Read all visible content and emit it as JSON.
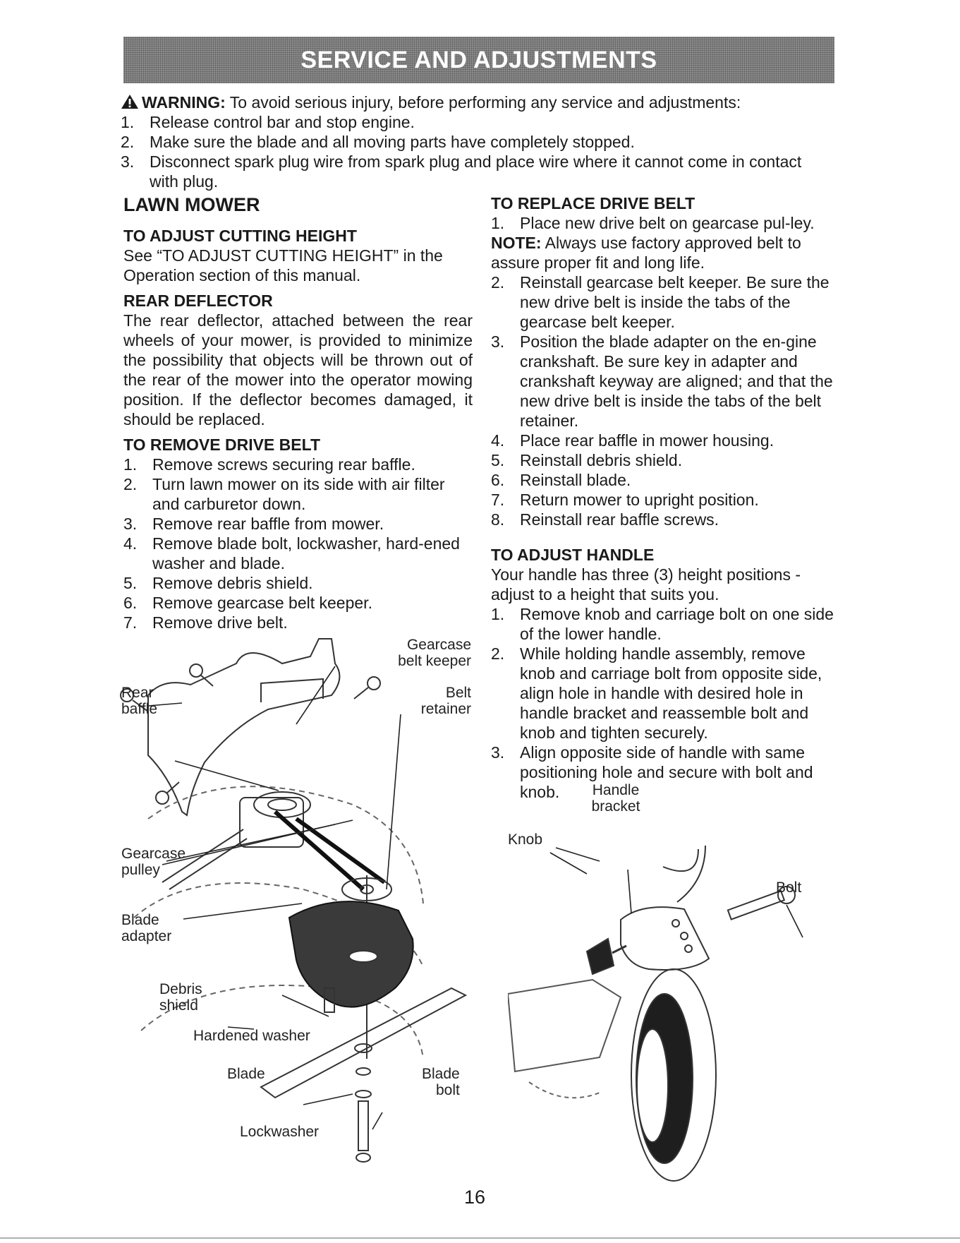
{
  "banner": {
    "title": "SERVICE AND ADJUSTMENTS"
  },
  "warning": {
    "label": "WARNING:",
    "text": " To avoid serious injury, before performing any service and adjustments:",
    "steps": [
      {
        "num": "1.",
        "text": "Release control bar and stop engine."
      },
      {
        "num": "2.",
        "text": "Make sure the blade and all moving parts have completely stopped."
      },
      {
        "num": "3.",
        "text": "Disconnect spark plug wire from spark plug and place wire where it cannot come in contact with plug."
      }
    ]
  },
  "left": {
    "title": "LAWN MOWER",
    "cutting": {
      "heading": "TO ADJUST CUTTING HEIGHT",
      "text": "See “TO ADJUST CUTTING HEIGHT” in the Operation section of this manual."
    },
    "deflector": {
      "heading": "REAR DEFLECTOR",
      "text": "The rear deflector, attached between the rear wheels of your mower, is provided to minimize the possibility that objects will be thrown out of the rear of the mower into the operator mowing position. If the deflector becomes damaged, it should be replaced."
    },
    "remove": {
      "heading": "TO REMOVE DRIVE BELT",
      "steps": [
        {
          "num": "1.",
          "text": "Remove screws securing rear baffle."
        },
        {
          "num": "2.",
          "text": "Turn lawn mower on its side with air filter and carburetor down."
        },
        {
          "num": "3.",
          "text": "Remove rear baffle from mower."
        },
        {
          "num": "4.",
          "text": "Remove blade bolt, lockwasher, hard-ened washer and blade."
        },
        {
          "num": "5.",
          "text": "Remove debris shield."
        },
        {
          "num": "6.",
          "text": "Remove gearcase belt keeper."
        },
        {
          "num": "7.",
          "text": "Remove drive belt."
        }
      ]
    }
  },
  "right": {
    "replace": {
      "heading": "TO REPLACE DRIVE BELT",
      "step1": {
        "num": "1.",
        "text": "Place new drive belt on gearcase pul-ley."
      },
      "note_label": "NOTE:",
      "note_text": " Always use factory approved belt to assure proper fit and long life.",
      "steps": [
        {
          "num": "2.",
          "text": "Reinstall gearcase belt keeper. Be sure the new drive belt is inside the tabs of the gearcase belt keeper."
        },
        {
          "num": "3.",
          "text": "Position the blade adapter on the en-gine crankshaft. Be sure key in adapter and crankshaft keyway are aligned; and that the new drive belt is inside the tabs of the belt retainer."
        },
        {
          "num": "4.",
          "text": "Place rear baffle in mower housing."
        },
        {
          "num": "5.",
          "text": "Reinstall debris shield."
        },
        {
          "num": "6.",
          "text": "Reinstall blade."
        },
        {
          "num": "7.",
          "text": "Return mower to upright position."
        },
        {
          "num": "8.",
          "text": "Reinstall rear baffle screws."
        }
      ]
    },
    "handle": {
      "heading": "TO ADJUST HANDLE",
      "intro": "Your handle has three (3) height positions - adjust to a height that suits you.",
      "steps": [
        {
          "num": "1.",
          "text": "Remove knob and carriage bolt on one side of the lower handle."
        },
        {
          "num": "2.",
          "text": "While holding handle assembly, remove knob and carriage bolt from opposite side, align hole in handle with desired hole in handle bracket and reassemble bolt and knob and tighten securely."
        },
        {
          "num": "3.",
          "text": "Align opposite side of handle with same positioning hole and secure with bolt and knob."
        }
      ]
    }
  },
  "figure_belt": {
    "labels": {
      "gearcase_keeper_1": "Gearcase",
      "gearcase_keeper_2": "belt keeper",
      "belt_retainer_1": "Belt",
      "belt_retainer_2": "retainer",
      "rear_baffle_1": "Rear",
      "rear_baffle_2": "baffle",
      "gearcase_pulley_1": "Gearcase",
      "gearcase_pulley_2": "pulley",
      "blade_adapter_1": "Blade",
      "blade_adapter_2": "adapter",
      "debris_shield_1": "Debris",
      "debris_shield_2": "shield",
      "hardened_washer": "Hardened washer",
      "blade": "Blade",
      "blade_bolt_1": "Blade",
      "blade_bolt_2": "bolt",
      "lockwasher": "Lockwasher"
    }
  },
  "figure_handle": {
    "labels": {
      "handle_bracket_1": "Handle",
      "handle_bracket_2": "bracket",
      "knob": "Knob",
      "bolt": "Bolt"
    }
  },
  "page": {
    "number": "16"
  },
  "colors": {
    "banner_bg": "#8c8c8c",
    "banner_text": "#ffffff",
    "text": "#1a1a1a"
  }
}
